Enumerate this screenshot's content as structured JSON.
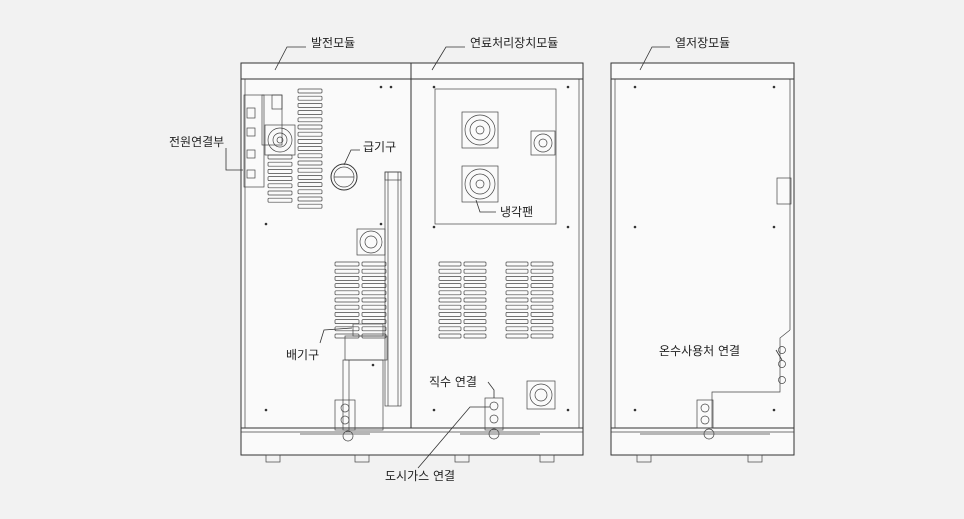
{
  "diagram": {
    "modules": [
      {
        "id": "power",
        "label": "발전모듈"
      },
      {
        "id": "fuel",
        "label": "연료처리장치모듈"
      },
      {
        "id": "heat",
        "label": "열저장모듈"
      }
    ],
    "callouts": {
      "power_connection": "전원연결부",
      "air_intake": "급기구",
      "cooling_fan": "냉각팬",
      "exhaust": "배기구",
      "water_connection": "직수 연결",
      "gas_connection": "도시가스 연결",
      "hot_water_connection": "온수사용처 연결"
    }
  }
}
